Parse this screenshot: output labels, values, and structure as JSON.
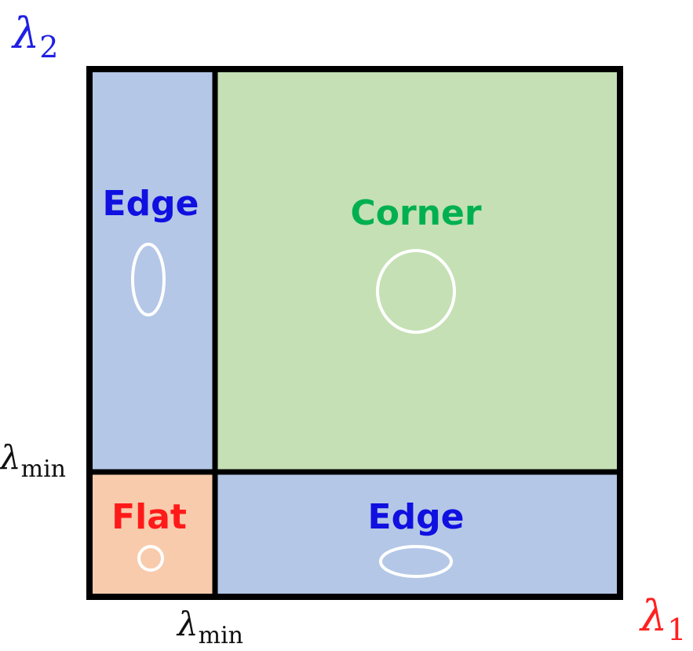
{
  "axes": {
    "lambda2": {
      "symbol": "λ",
      "subscript": "2",
      "color": "#1f1fe6"
    },
    "lambda1": {
      "symbol": "λ",
      "subscript": "1",
      "color": "#ff2020"
    },
    "threshold_x": {
      "symbol": "λ",
      "subscript": "min",
      "color": "#111111"
    },
    "threshold_y": {
      "symbol": "λ",
      "subscript": "min",
      "color": "#111111"
    }
  },
  "regions": {
    "edge_vertical": {
      "label": "Edge",
      "fill": "#b4c7e7",
      "label_color": "#1010e0"
    },
    "corner": {
      "label": "Corner",
      "fill": "#c5e0b4",
      "label_color": "#00b050"
    },
    "flat": {
      "label": "Flat",
      "fill": "#f8cbad",
      "label_color": "#ff1a1a"
    },
    "edge_horizontal": {
      "label": "Edge",
      "fill": "#b4c7e7",
      "label_color": "#1010e0"
    }
  }
}
